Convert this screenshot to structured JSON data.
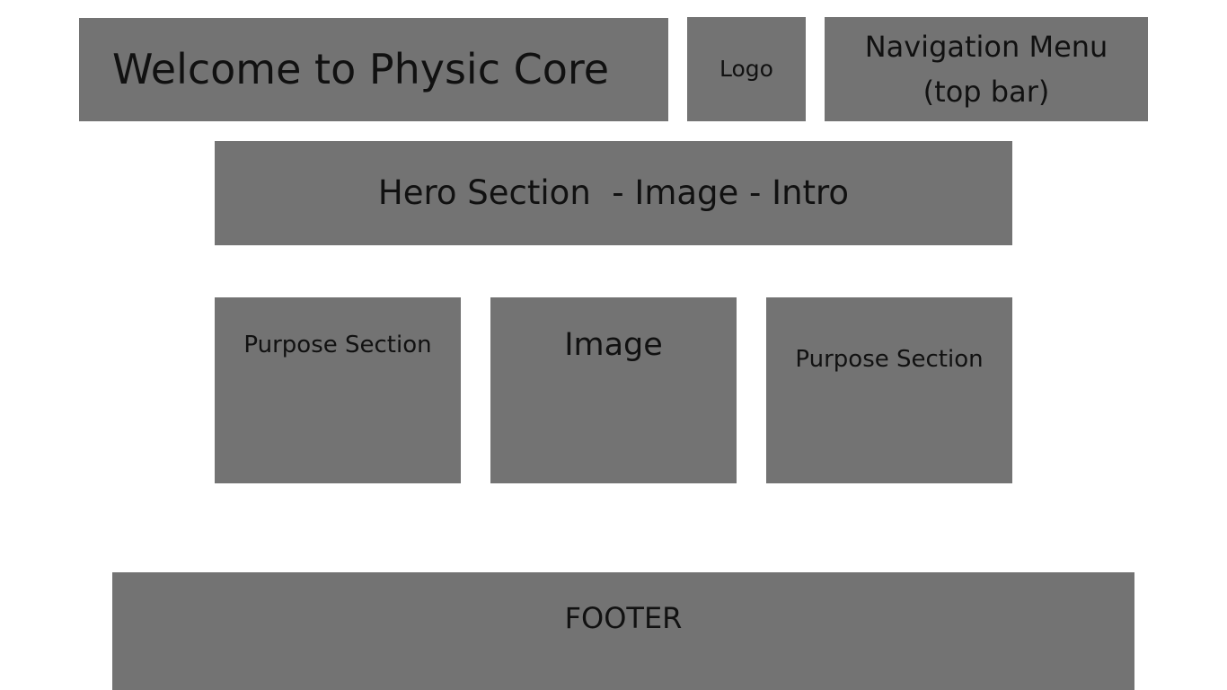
{
  "header": {
    "title": "Welcome to Physic Core",
    "logo": "Logo",
    "nav": "Navigation Menu\n(top bar)"
  },
  "hero": {
    "label": "Hero Section  - Image - Intro"
  },
  "content": {
    "left": "Purpose Section",
    "middle": "Image",
    "right": "Purpose Section"
  },
  "footer": {
    "label": "FOOTER"
  },
  "colors": {
    "block": "#737373",
    "background": "#ffffff",
    "text": "#111111"
  }
}
